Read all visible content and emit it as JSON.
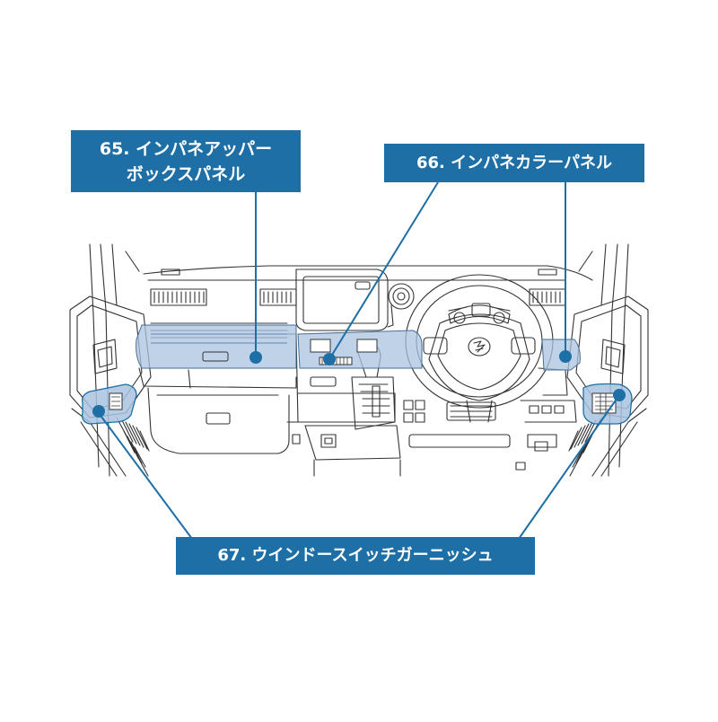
{
  "colors": {
    "label_bg": "#1e6fa6",
    "highlight_fill": "#a9c3e0",
    "highlight_stroke": "#1e6fa6",
    "line_art": "#333333",
    "leader": "#1e6fa6",
    "dot": "#1e6fa6"
  },
  "labels": {
    "upper_box_panel": {
      "line1": "65. インパネアッパー",
      "line2": "ボックスパネル"
    },
    "color_panel": {
      "text": "66. インパネカラーパネル"
    },
    "window_switch_garnish": {
      "text": "67. ウインドースイッチガーニッシュ"
    }
  },
  "icons": {
    "steering_emblem": "suzuki-s-emblem-icon"
  }
}
